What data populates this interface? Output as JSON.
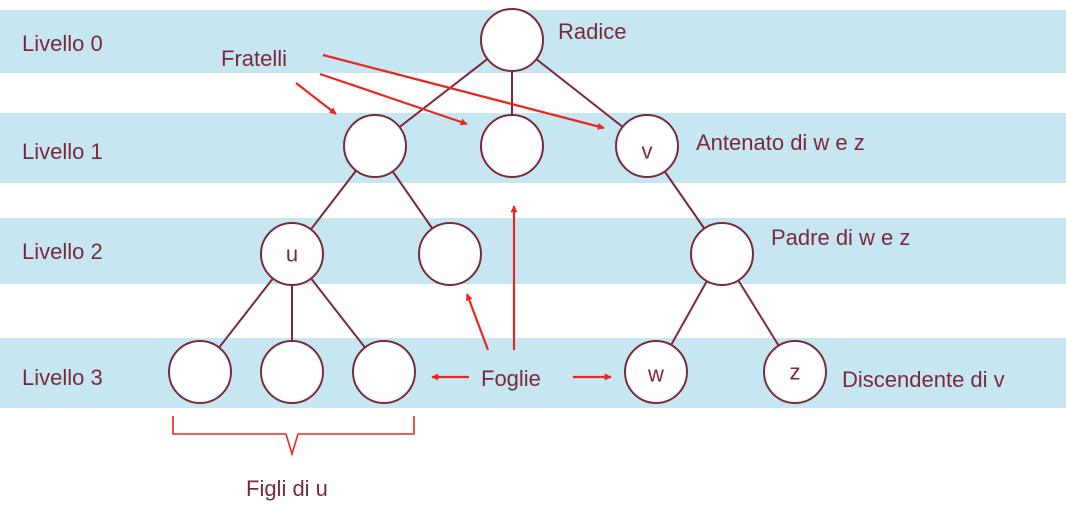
{
  "levels": [
    "Livello 0",
    "Livello 1",
    "Livello 2",
    "Livello 3"
  ],
  "nodes": {
    "v": "v",
    "u": "u",
    "w": "w",
    "z": "z"
  },
  "annotations": {
    "radice": "Radice",
    "fratelli": "Fratelli",
    "antenato": "Antenato di w e z",
    "padre": "Padre di w e z",
    "foglie": "Foglie",
    "discendente": "Discendente di v",
    "figli": "Figli di u"
  },
  "colors": {
    "band": "#c6e6f2",
    "tree": "#7a2a3a",
    "arrow": "#e8281e"
  }
}
